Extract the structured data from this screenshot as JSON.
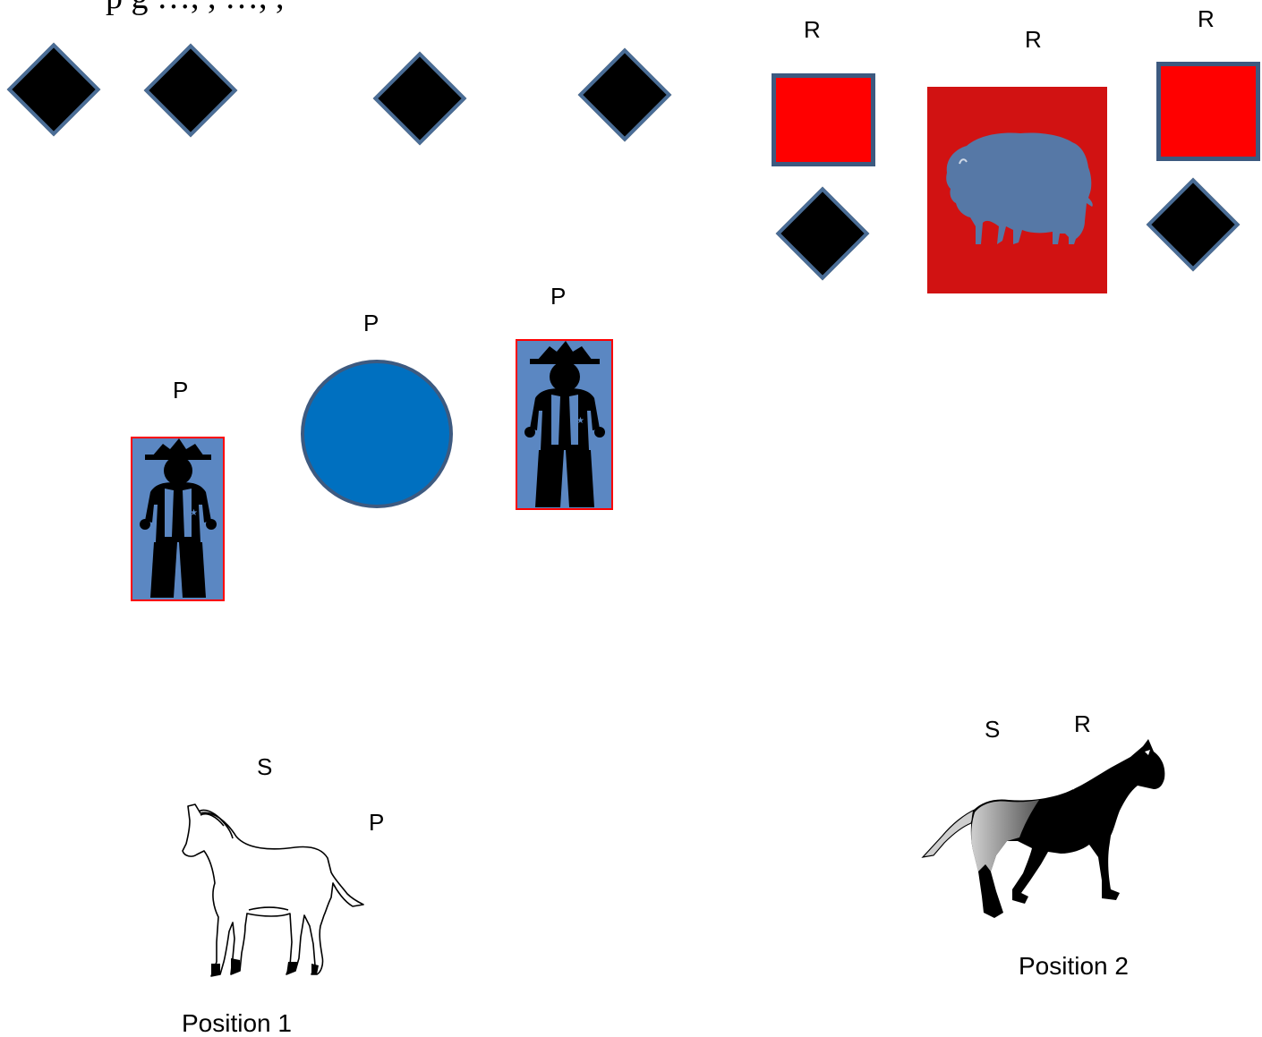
{
  "clipped_title": "p        g   …, ,   …, ,",
  "labels": {
    "r1": "R",
    "r2": "R",
    "r3": "R",
    "p1": "P",
    "p2": "P",
    "p3": "P",
    "s1": "S",
    "p4": "P",
    "s2": "S",
    "r4": "R"
  },
  "captions": {
    "position1": "Position 1",
    "position2": "Position 2"
  },
  "colors": {
    "diamond_fill": "#000000",
    "diamond_border": "#4a6d96",
    "red_square": "#ff0000",
    "bison_card": "#d11212",
    "bison_silhouette": "#5678a6",
    "token_background": "#5b87c2",
    "circle": "#0070c0"
  },
  "icons": {
    "token": "cowboy-icon",
    "card": "bison-icon",
    "horse_outline": "horse-outline-icon",
    "horse_silhouette": "horse-silhouette-icon"
  }
}
